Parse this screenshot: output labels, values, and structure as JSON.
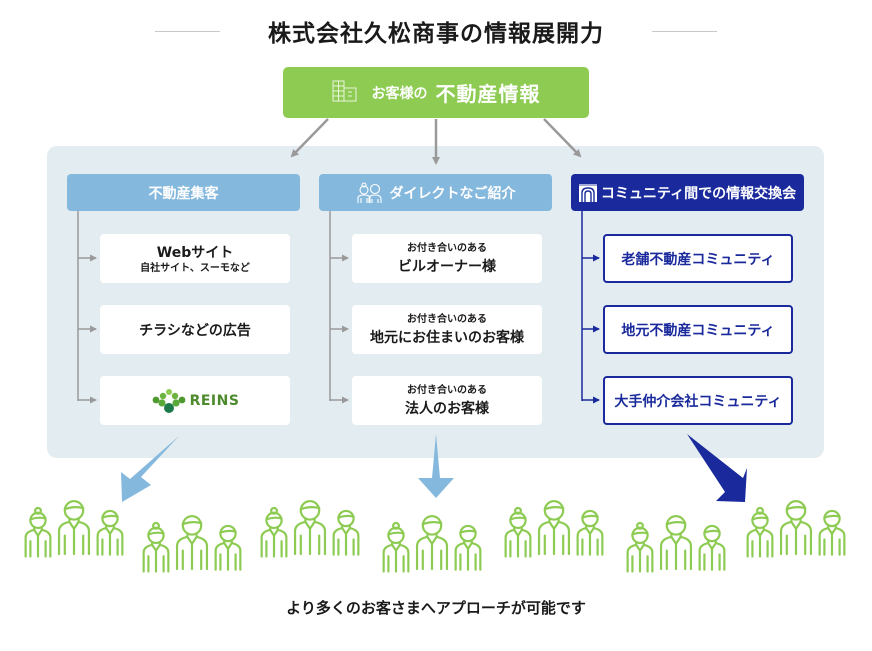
{
  "title": "株式会社久松商事の情報展開力",
  "source_box": {
    "icon": "building-icon",
    "small_label": "お客様の",
    "big_label": "不動産情報",
    "color": "#8dcb52"
  },
  "columns": [
    {
      "header": "不動産集客",
      "header_icon": null,
      "header_color": "#85b8dd",
      "items": [
        {
          "main": "Webサイト",
          "sub": "自社サイト、スーモなど"
        },
        {
          "main": "チラシなどの広告",
          "sub": null
        },
        {
          "logo_text": "REINS",
          "logo_icon": "reins-logo-icon"
        }
      ]
    },
    {
      "header": "ダイレクトなご紹介",
      "header_icon": "people-icon",
      "header_color": "#85b8dd",
      "items": [
        {
          "pre": "お付き合いのある",
          "main": "ビルオーナー様"
        },
        {
          "pre": "お付き合いのある",
          "main": "地元にお住まいのお客様"
        },
        {
          "pre": "お付き合いのある",
          "main": "法人のお客様"
        }
      ]
    },
    {
      "header": "コミュニティ間での情報交換会",
      "header_icon": "community-logo-icon",
      "header_color": "#1a2a9c",
      "items": [
        {
          "main": "老舗不動産コミュニティ"
        },
        {
          "main": "地元不動産コミュニティ"
        },
        {
          "main": "大手仲介会社コミュニティ"
        }
      ]
    }
  ],
  "people_groups": 7,
  "people_color": "#8dcb52",
  "bottom_text": "より多くのお客さまへアプローチが可能です",
  "colors": {
    "panel_bg": "#e3ecf0",
    "gray_arrow": "#9a9a9a",
    "light_blue": "#85b8dd",
    "navy": "#1a2a9c"
  }
}
